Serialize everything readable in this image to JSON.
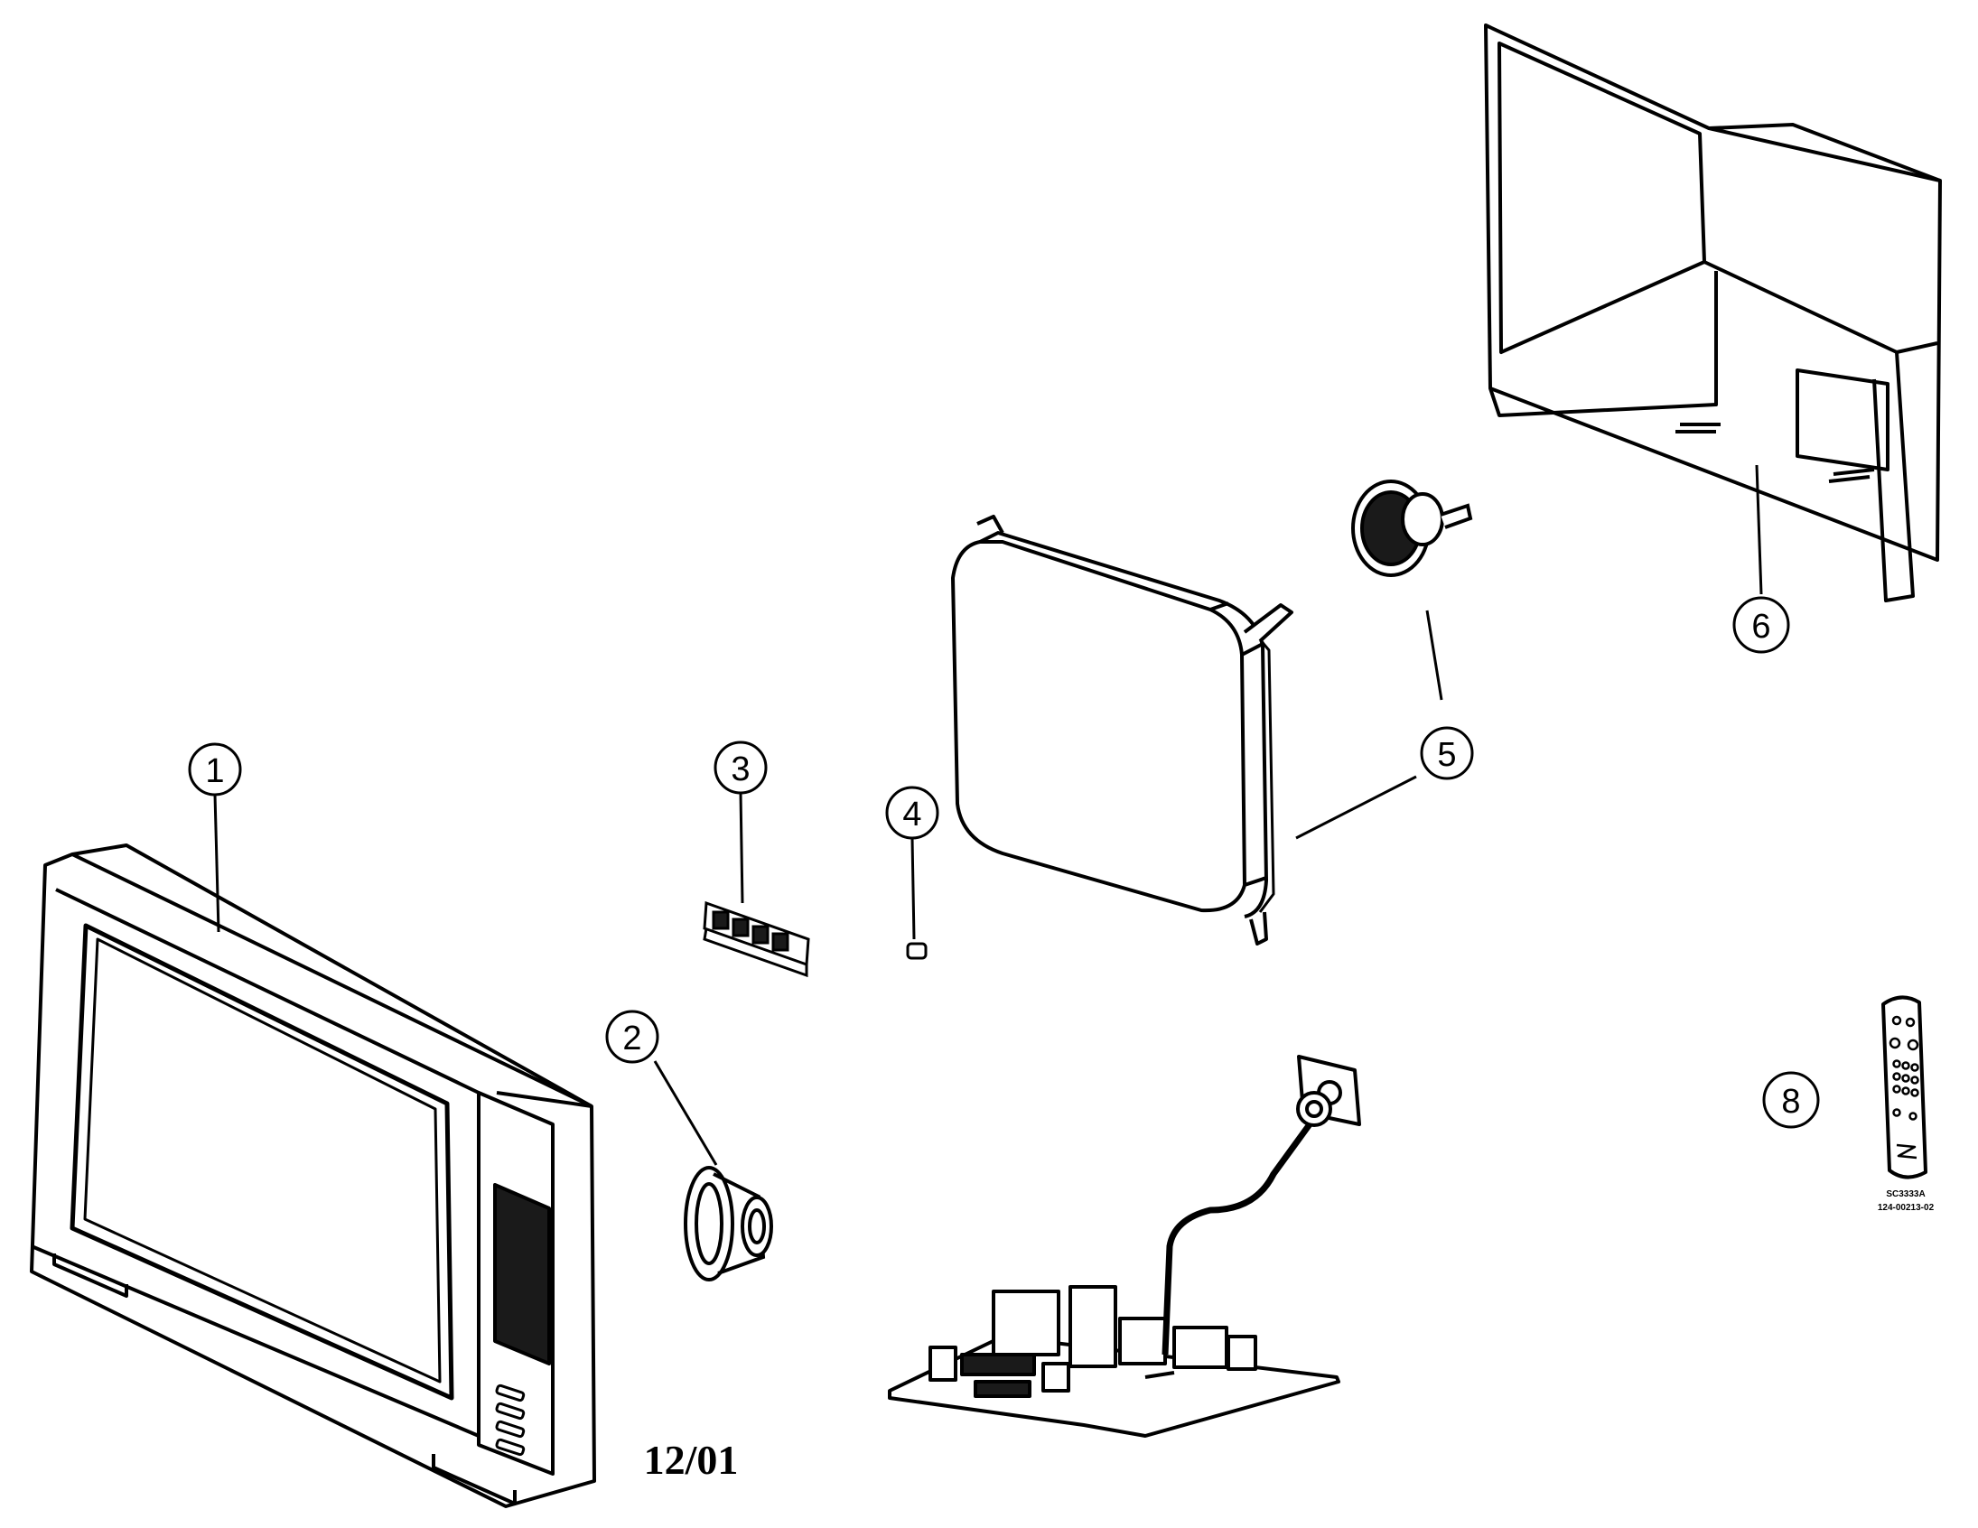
{
  "diagram": {
    "callouts": [
      {
        "id": "1",
        "label": "1"
      },
      {
        "id": "2",
        "label": "2"
      },
      {
        "id": "3",
        "label": "3"
      },
      {
        "id": "4",
        "label": "4"
      },
      {
        "id": "5a",
        "label": "5"
      },
      {
        "id": "5b",
        "label": "5"
      },
      {
        "id": "6",
        "label": "6"
      },
      {
        "id": "8",
        "label": "8"
      }
    ],
    "date_stamp": "12/01",
    "remote_label_line1": "SC3333A",
    "remote_label_line2": "124-00213-02"
  },
  "colors": {
    "line": "#000000",
    "fill_dark": "#1a1a1a",
    "fill_light": "#ffffff"
  }
}
